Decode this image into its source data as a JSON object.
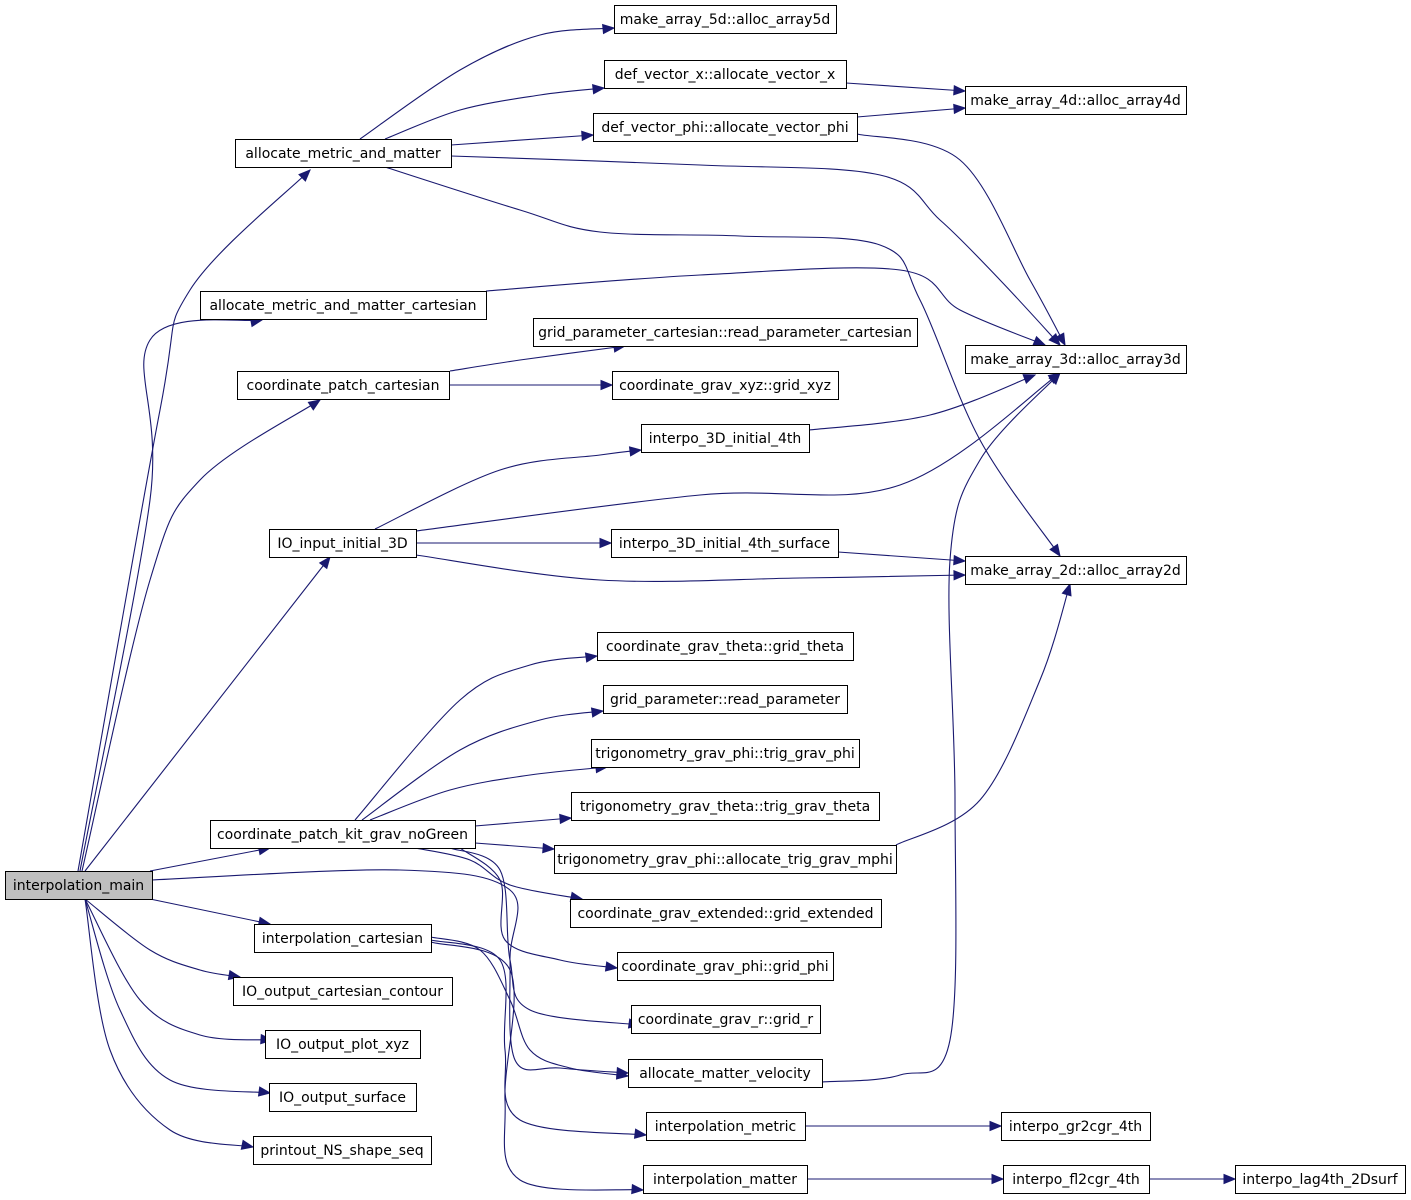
{
  "colors": {
    "edge": "#191970",
    "root_fill": "#bfbfbf",
    "node_fill": "#ffffff",
    "node_border": "#000000"
  },
  "nodes": {
    "interpolation_main": "interpolation_main",
    "allocate_metric_and_matter": "allocate_metric_and_matter",
    "allocate_metric_and_matter_cartesian": "allocate_metric_and_matter_cartesian",
    "coordinate_patch_cartesian": "coordinate_patch_cartesian",
    "IO_input_initial_3D": "IO_input_initial_3D",
    "coordinate_patch_kit_grav_noGreen": "coordinate_patch_kit_grav_noGreen",
    "interpolation_cartesian": "interpolation_cartesian",
    "IO_output_cartesian_contour": "IO_output_cartesian_contour",
    "IO_output_plot_xyz": "IO_output_plot_xyz",
    "IO_output_surface": "IO_output_surface",
    "printout_NS_shape_seq": "printout_NS_shape_seq",
    "make_array_5d_alloc_array5d": "make_array_5d::alloc_array5d",
    "def_vector_x_allocate_vector_x": "def_vector_x::allocate_vector_x",
    "def_vector_phi_allocate_vector_phi": "def_vector_phi::allocate_vector_phi",
    "grid_parameter_cartesian_read_parameter_cartesian": "grid_parameter_cartesian::read_parameter_cartesian",
    "coordinate_grav_xyz_grid_xyz": "coordinate_grav_xyz::grid_xyz",
    "interpo_3D_initial_4th": "interpo_3D_initial_4th",
    "interpo_3D_initial_4th_surface": "interpo_3D_initial_4th_surface",
    "coordinate_grav_theta_grid_theta": "coordinate_grav_theta::grid_theta",
    "grid_parameter_read_parameter": "grid_parameter::read_parameter",
    "trigonometry_grav_phi_trig_grav_phi": "trigonometry_grav_phi::trig_grav_phi",
    "trigonometry_grav_theta_trig_grav_theta": "trigonometry_grav_theta::trig_grav_theta",
    "trigonometry_grav_phi_allocate_trig_grav_mphi": "trigonometry_grav_phi::allocate_trig_grav_mphi",
    "coordinate_grav_extended_grid_extended": "coordinate_grav_extended::grid_extended",
    "coordinate_grav_phi_grid_phi": "coordinate_grav_phi::grid_phi",
    "coordinate_grav_r_grid_r": "coordinate_grav_r::grid_r",
    "allocate_matter_velocity": "allocate_matter_velocity",
    "interpolation_metric": "interpolation_metric",
    "interpolation_matter": "interpolation_matter",
    "make_array_4d_alloc_array4d": "make_array_4d::alloc_array4d",
    "make_array_3d_alloc_array3d": "make_array_3d::alloc_array3d",
    "make_array_2d_alloc_array2d": "make_array_2d::alloc_array2d",
    "interpo_gr2cgr_4th": "interpo_gr2cgr_4th",
    "interpo_fl2cgr_4th": "interpo_fl2cgr_4th",
    "interpo_lag4th_2Dsurf": "interpo_lag4th_2Dsurf"
  },
  "edges": [
    [
      "interpolation_main",
      "allocate_metric_and_matter"
    ],
    [
      "interpolation_main",
      "allocate_metric_and_matter_cartesian"
    ],
    [
      "interpolation_main",
      "coordinate_patch_cartesian"
    ],
    [
      "interpolation_main",
      "IO_input_initial_3D"
    ],
    [
      "interpolation_main",
      "coordinate_patch_kit_grav_noGreen"
    ],
    [
      "interpolation_main",
      "interpolation_cartesian"
    ],
    [
      "interpolation_main",
      "IO_output_cartesian_contour"
    ],
    [
      "interpolation_main",
      "IO_output_plot_xyz"
    ],
    [
      "interpolation_main",
      "IO_output_surface"
    ],
    [
      "interpolation_main",
      "printout_NS_shape_seq"
    ],
    [
      "interpolation_main",
      "allocate_matter_velocity"
    ],
    [
      "allocate_metric_and_matter",
      "make_array_5d_alloc_array5d"
    ],
    [
      "allocate_metric_and_matter",
      "def_vector_x_allocate_vector_x"
    ],
    [
      "allocate_metric_and_matter",
      "def_vector_phi_allocate_vector_phi"
    ],
    [
      "allocate_metric_and_matter",
      "make_array_3d_alloc_array3d"
    ],
    [
      "allocate_metric_and_matter",
      "make_array_2d_alloc_array2d"
    ],
    [
      "def_vector_x_allocate_vector_x",
      "make_array_4d_alloc_array4d"
    ],
    [
      "def_vector_phi_allocate_vector_phi",
      "make_array_4d_alloc_array4d"
    ],
    [
      "def_vector_phi_allocate_vector_phi",
      "make_array_3d_alloc_array3d"
    ],
    [
      "allocate_metric_and_matter_cartesian",
      "make_array_3d_alloc_array3d"
    ],
    [
      "coordinate_patch_cartesian",
      "grid_parameter_cartesian_read_parameter_cartesian"
    ],
    [
      "coordinate_patch_cartesian",
      "coordinate_grav_xyz_grid_xyz"
    ],
    [
      "IO_input_initial_3D",
      "interpo_3D_initial_4th"
    ],
    [
      "IO_input_initial_3D",
      "make_array_3d_alloc_array3d"
    ],
    [
      "IO_input_initial_3D",
      "interpo_3D_initial_4th_surface"
    ],
    [
      "IO_input_initial_3D",
      "make_array_2d_alloc_array2d"
    ],
    [
      "interpo_3D_initial_4th",
      "make_array_3d_alloc_array3d"
    ],
    [
      "interpo_3D_initial_4th_surface",
      "make_array_2d_alloc_array2d"
    ],
    [
      "coordinate_patch_kit_grav_noGreen",
      "coordinate_grav_theta_grid_theta"
    ],
    [
      "coordinate_patch_kit_grav_noGreen",
      "grid_parameter_read_parameter"
    ],
    [
      "coordinate_patch_kit_grav_noGreen",
      "trigonometry_grav_phi_trig_grav_phi"
    ],
    [
      "coordinate_patch_kit_grav_noGreen",
      "trigonometry_grav_theta_trig_grav_theta"
    ],
    [
      "coordinate_patch_kit_grav_noGreen",
      "trigonometry_grav_phi_allocate_trig_grav_mphi"
    ],
    [
      "coordinate_patch_kit_grav_noGreen",
      "coordinate_grav_extended_grid_extended"
    ],
    [
      "coordinate_patch_kit_grav_noGreen",
      "coordinate_grav_phi_grid_phi"
    ],
    [
      "coordinate_patch_kit_grav_noGreen",
      "coordinate_grav_r_grid_r"
    ],
    [
      "trigonometry_grav_phi_allocate_trig_grav_mphi",
      "make_array_2d_alloc_array2d"
    ],
    [
      "interpolation_cartesian",
      "allocate_matter_velocity"
    ],
    [
      "interpolation_cartesian",
      "interpolation_metric"
    ],
    [
      "interpolation_cartesian",
      "interpolation_matter"
    ],
    [
      "allocate_matter_velocity",
      "make_array_3d_alloc_array3d"
    ],
    [
      "interpolation_metric",
      "interpo_gr2cgr_4th"
    ],
    [
      "interpolation_matter",
      "interpo_fl2cgr_4th"
    ],
    [
      "interpo_fl2cgr_4th",
      "interpo_lag4th_2Dsurf"
    ]
  ]
}
